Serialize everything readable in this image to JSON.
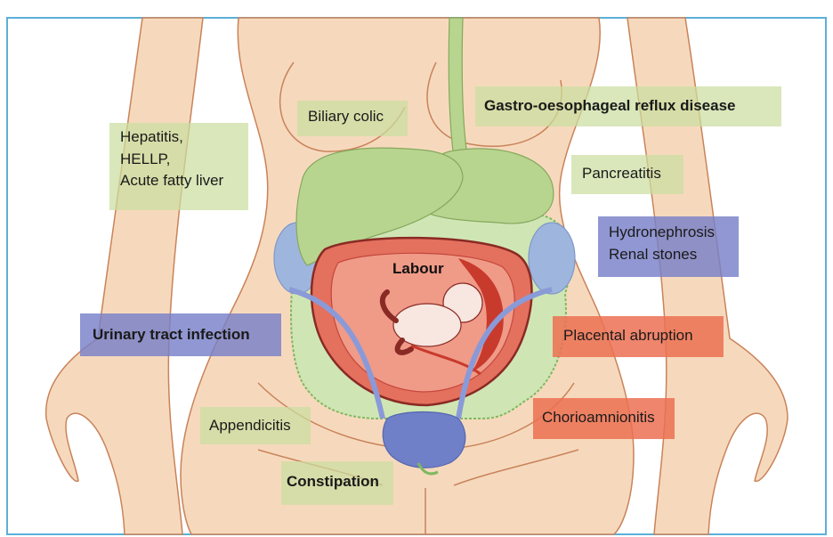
{
  "diagram": {
    "labels": {
      "biliary_colic": "Biliary colic",
      "gord": "Gastro-oesophageal reflux disease",
      "hepatitis": [
        "Hepatitis,",
        "HELLP,",
        "Acute fatty liver"
      ],
      "pancreatitis": "Pancreatitis",
      "hydronephrosis": [
        "Hydronephrosis",
        "Renal stones"
      ],
      "labour": "Labour",
      "uti": "Urinary tract infection",
      "placental_abruption": "Placental abruption",
      "appendicitis": "Appendicitis",
      "chorioamnionitis": "Chorioamnionitis",
      "constipation": "Constipation"
    },
    "colors": {
      "skin": "#f6d9bd",
      "outline": "#c9835a",
      "liver": "#b8d58f",
      "intestine": "#cfe6b4",
      "kidney": "#9eb6de",
      "uterus": "#e4705e",
      "bladder": "#6f80c8",
      "frame": "#5cb0d8"
    }
  }
}
